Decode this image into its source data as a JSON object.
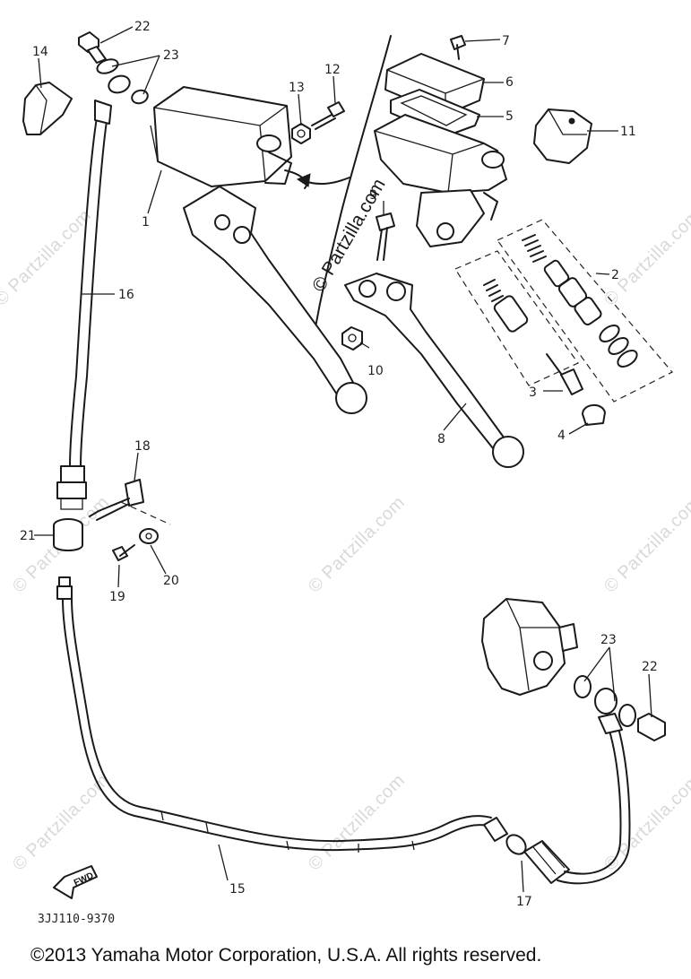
{
  "watermark": {
    "text": "© Partzilla.com"
  },
  "diagram_code": "3JJ110-9370",
  "copyright": "©2013 Yamaha Motor Corporation, U.S.A. All rights reserved.",
  "fwd_label": "FWD",
  "callouts": {
    "c1": "1",
    "c2": "2",
    "c3": "3",
    "c4": "4",
    "c5": "5",
    "c6": "6",
    "c7": "7",
    "c8": "8",
    "c9": "9",
    "c10": "10",
    "c11": "11",
    "c12": "12",
    "c13": "13",
    "c14": "14",
    "c15": "15",
    "c16": "16",
    "c17": "17",
    "c18": "18",
    "c19": "19",
    "c20": "20",
    "c21": "21",
    "c22a": "22",
    "c22b": "22",
    "c23a": "23",
    "c23b": "23"
  }
}
